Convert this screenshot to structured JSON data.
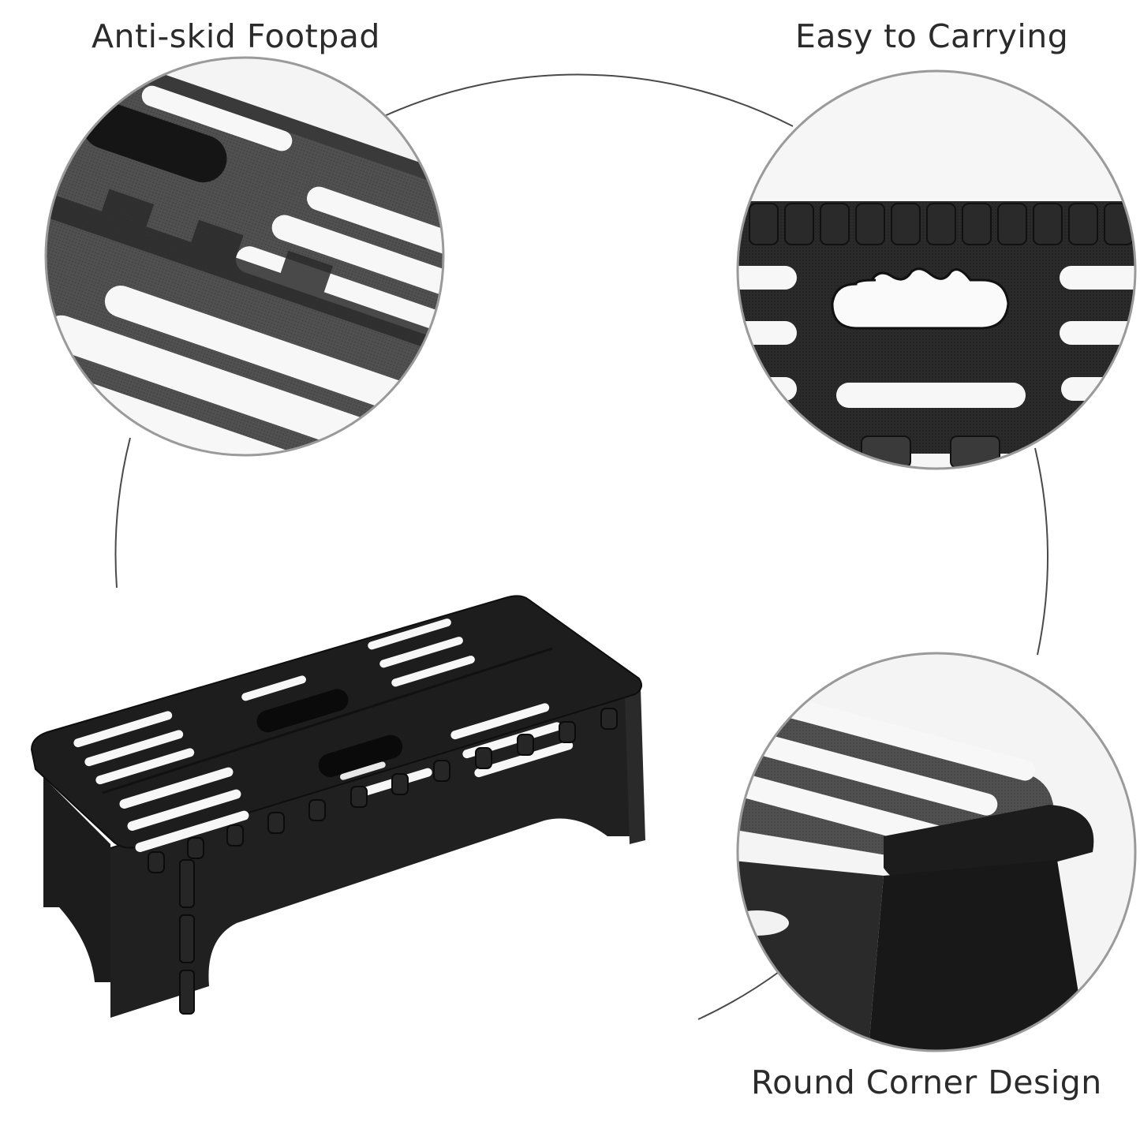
{
  "features": [
    {
      "label": "Anti-skid Footpad",
      "detail": "textured top surface with white slots"
    },
    {
      "label": "Easy to Carrying",
      "detail": "wavy finger-grip handle opening"
    },
    {
      "label": "Round Corner Design",
      "detail": "rounded edge on step corner"
    }
  ],
  "product": {
    "name": "folding step stool",
    "color": "#1e1e1e"
  },
  "colors": {
    "background": "#ffffff",
    "text": "#2b2b2b",
    "connector_line": "#4a4a4a",
    "callout_border": "#9a9a9a",
    "plastic_dark": "#1f1f1f",
    "plastic_mid": "#4d4d4d",
    "slot_white": "#f7f7f7"
  }
}
